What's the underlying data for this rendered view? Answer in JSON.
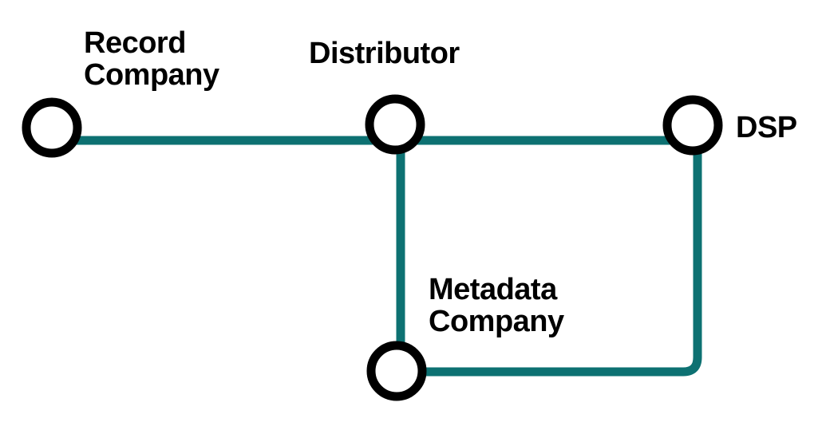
{
  "nodes": {
    "record_company": {
      "label_line1": "Record",
      "label_line2": "Company"
    },
    "distributor": {
      "label": "Distributor"
    },
    "dsp": {
      "label": "DSP"
    },
    "metadata_company": {
      "label_line1": "Metadata",
      "label_line2": "Company"
    }
  },
  "colors": {
    "connector": "#0d7172",
    "node_stroke": "#000000",
    "node_fill": "#ffffff",
    "background": "#ffffff"
  }
}
